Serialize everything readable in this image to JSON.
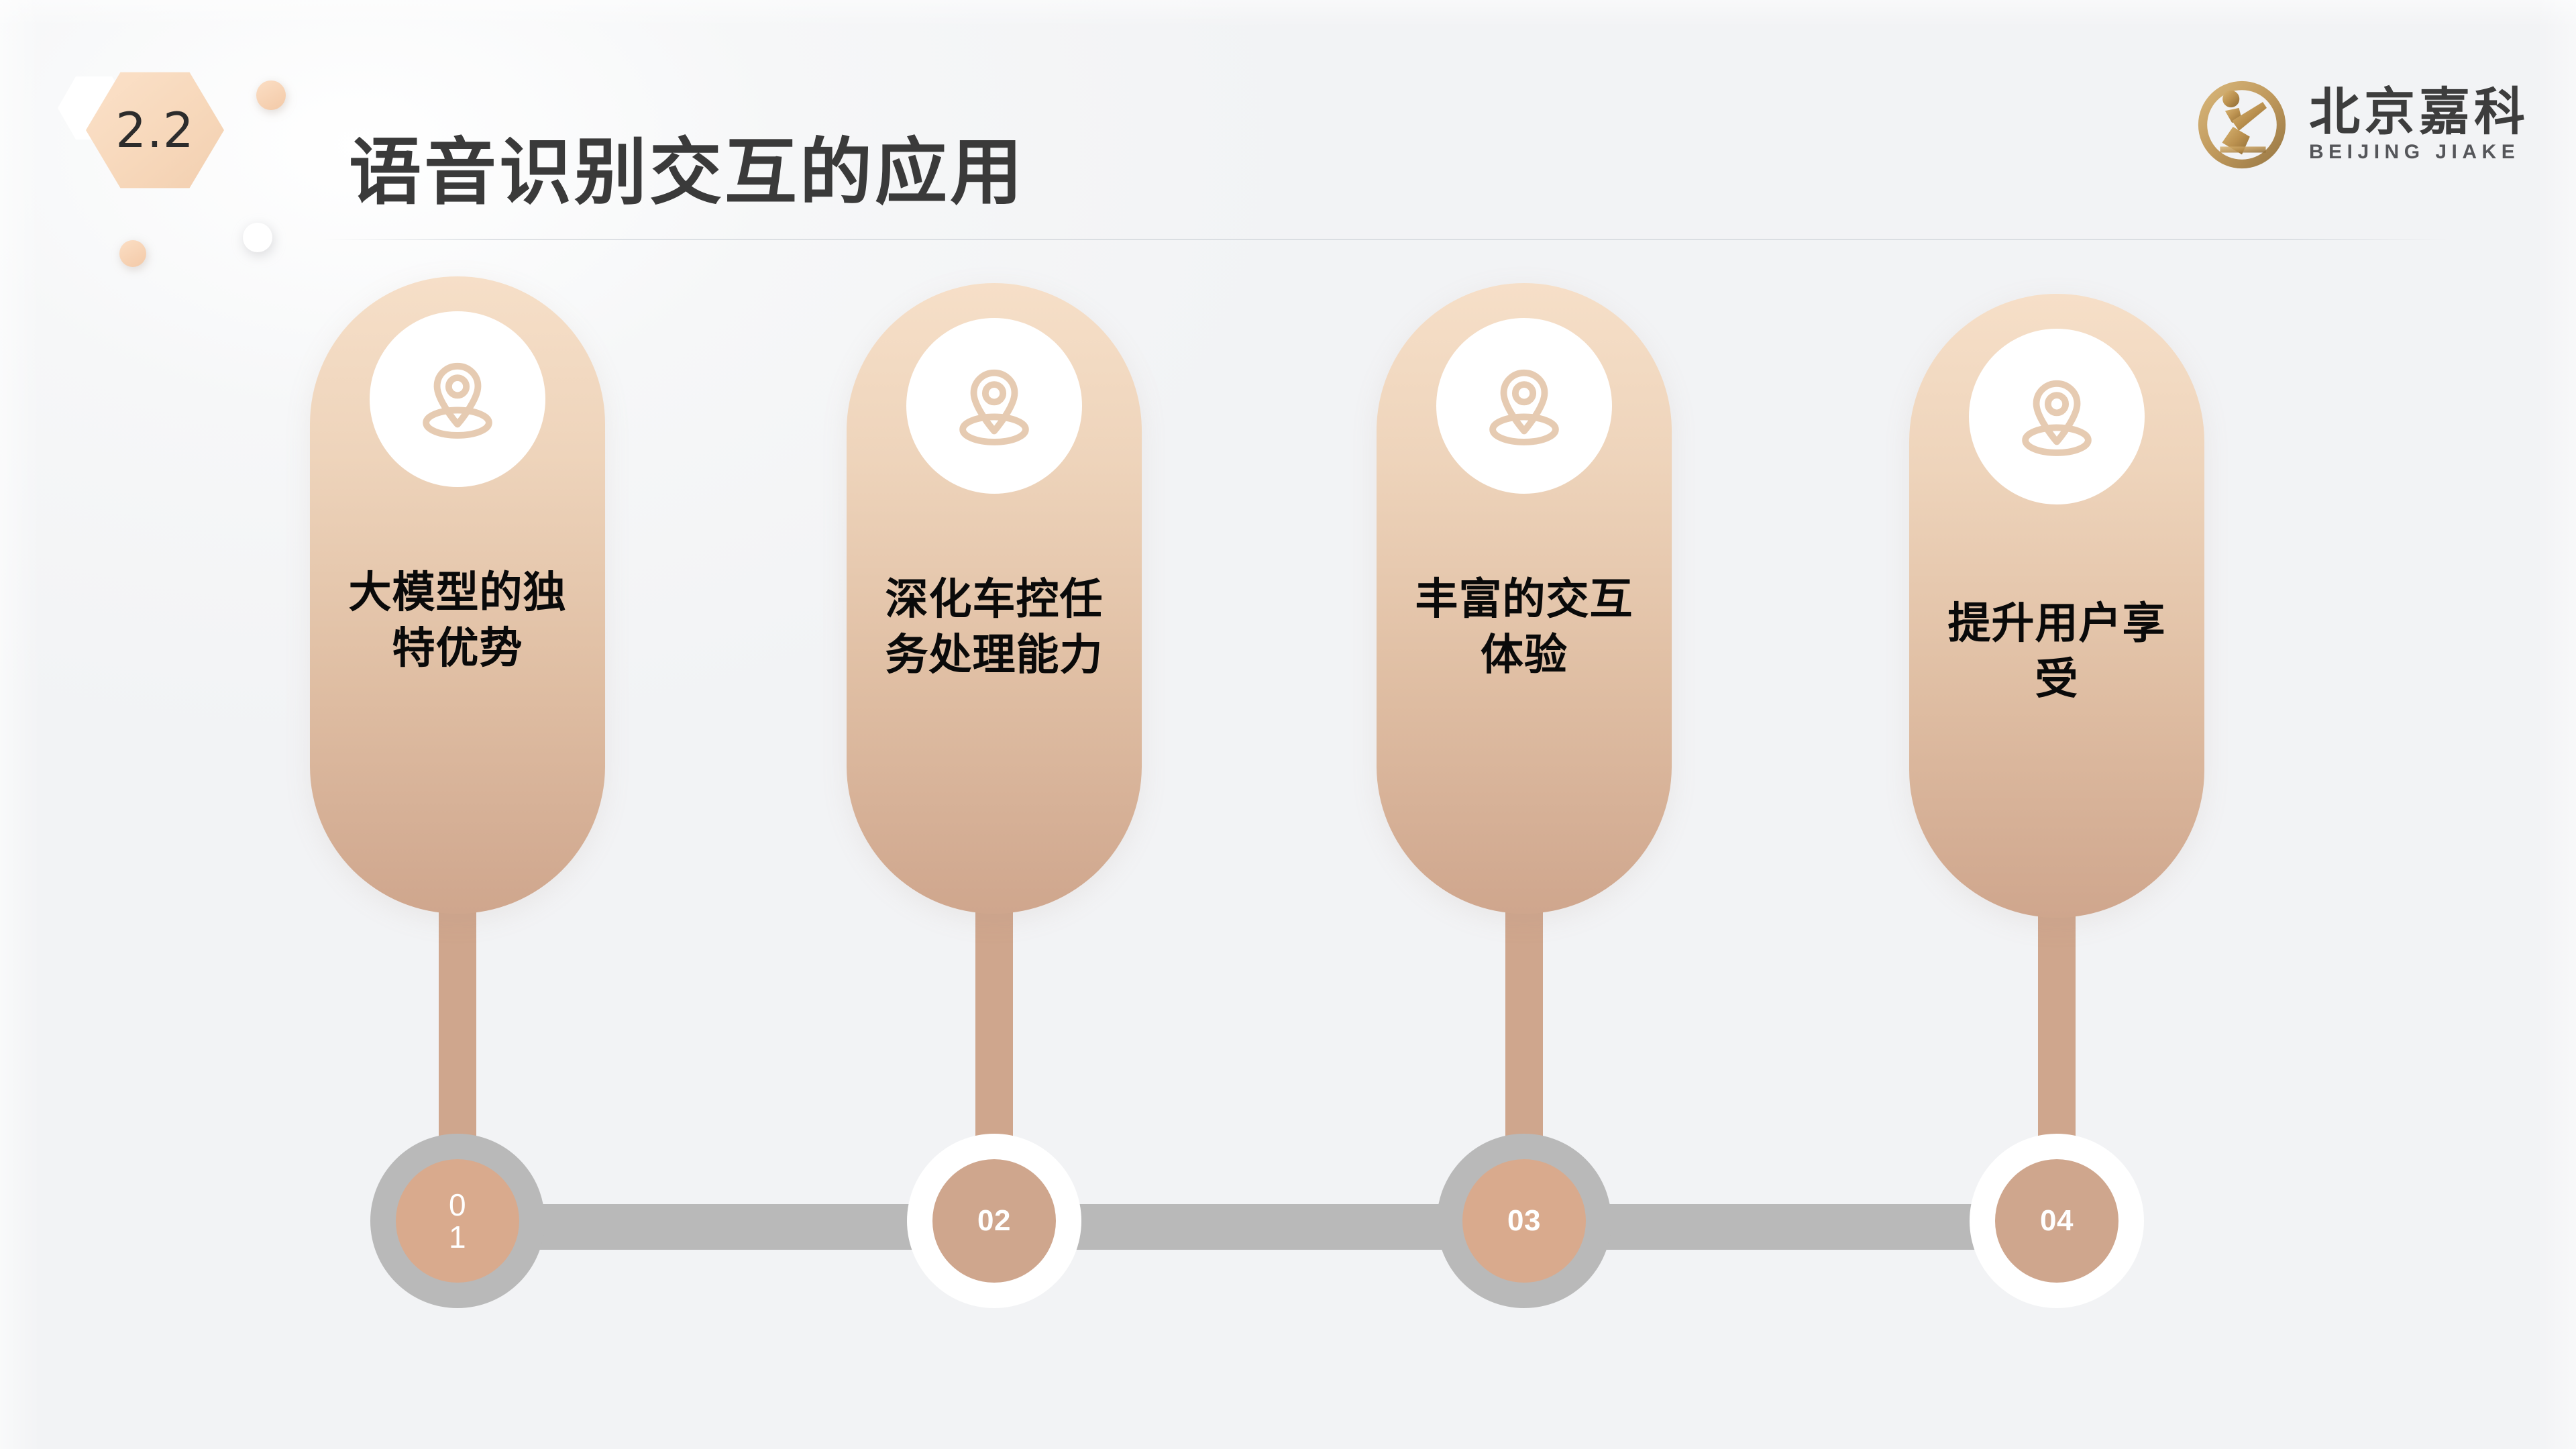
{
  "header": {
    "section_number": "2.2",
    "title": "语音识别交互的应用"
  },
  "logo": {
    "name_cn": "北京嘉科",
    "name_en": "BEIJING JIAKE",
    "mark_icon": "jiake-runner-emblem-icon",
    "mark_color": "#c49a5e"
  },
  "colors": {
    "background": "#f2f3f5",
    "pill_gradient_top": "#f6dfc8",
    "pill_gradient_bottom": "#cfa68d",
    "connector_grey": "#b9b9b9",
    "accent_tan": "#cfa68d",
    "badge_peach": "#f7d8bb",
    "title_text": "#3a3a3a"
  },
  "timeline": {
    "connector_label": "timeline-connector",
    "items": [
      {
        "number": "01",
        "label": "大模型的独特优势",
        "icon": "location-pin-icon",
        "ring": "grey"
      },
      {
        "number": "02",
        "label": "深化车控任务处理能力",
        "icon": "location-pin-icon",
        "ring": "white"
      },
      {
        "number": "03",
        "label": "丰富的交互体验",
        "icon": "location-pin-icon",
        "ring": "grey"
      },
      {
        "number": "04",
        "label": "提升用户享受",
        "icon": "location-pin-icon",
        "ring": "white"
      }
    ]
  }
}
